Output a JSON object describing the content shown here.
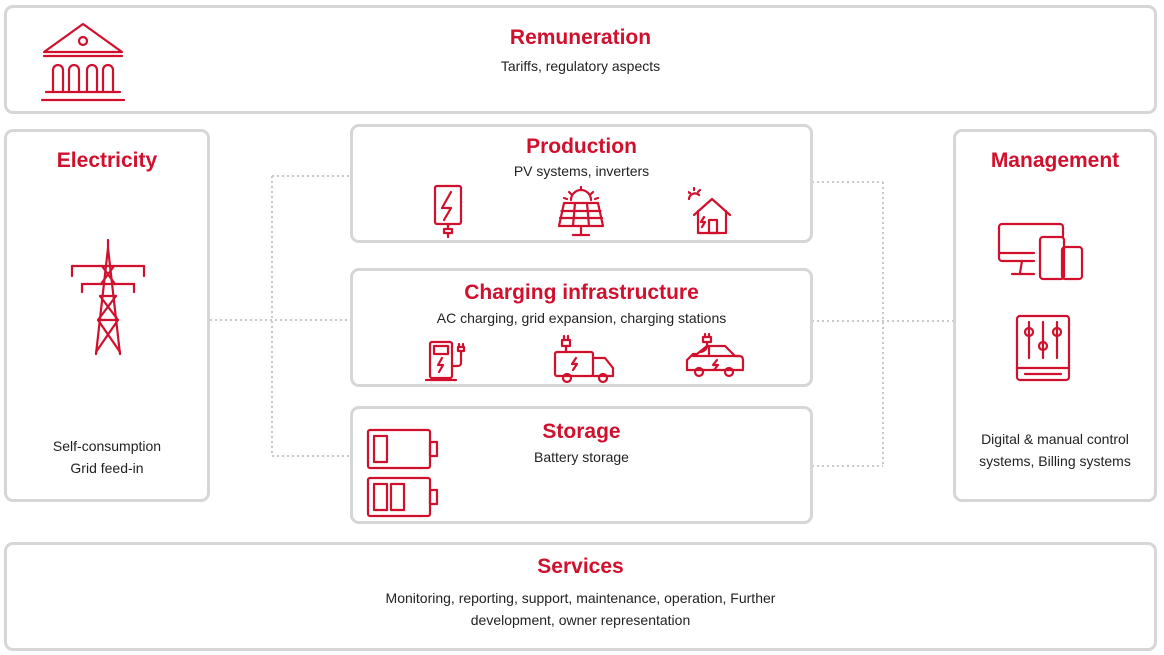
{
  "remuneration": {
    "title": "Remuneration",
    "subtitle": "Tariffs, regulatory aspects",
    "icon": "bank-building-icon"
  },
  "electricity": {
    "title": "Electricity",
    "line1": "Self-consumption",
    "line2": "Grid feed-in",
    "icon": "power-pylon-icon"
  },
  "production": {
    "title": "Production",
    "subtitle": "PV systems, inverters",
    "icons": [
      "inverter-icon",
      "solar-panel-icon",
      "solar-house-icon"
    ]
  },
  "charging": {
    "title": "Charging infrastructure",
    "subtitle": "AC charging, grid expansion, charging stations",
    "icons": [
      "charging-station-icon",
      "electric-truck-icon",
      "electric-car-icon"
    ]
  },
  "storage": {
    "title": "Storage",
    "subtitle": "Battery storage",
    "icons": [
      "battery-low-icon",
      "battery-half-icon"
    ]
  },
  "management": {
    "title": "Management",
    "line1": "Digital & manual control",
    "line2": "systems, Billing systems",
    "icons": [
      "devices-icon",
      "control-panel-icon"
    ]
  },
  "services": {
    "title": "Services",
    "line1": "Monitoring, reporting, support, maintenance, operation, Further",
    "line2": "development, owner representation"
  },
  "colors": {
    "accent": "#d0102d",
    "border": "#d6d6d6",
    "text": "#222222",
    "connector": "#c9c9c9"
  }
}
